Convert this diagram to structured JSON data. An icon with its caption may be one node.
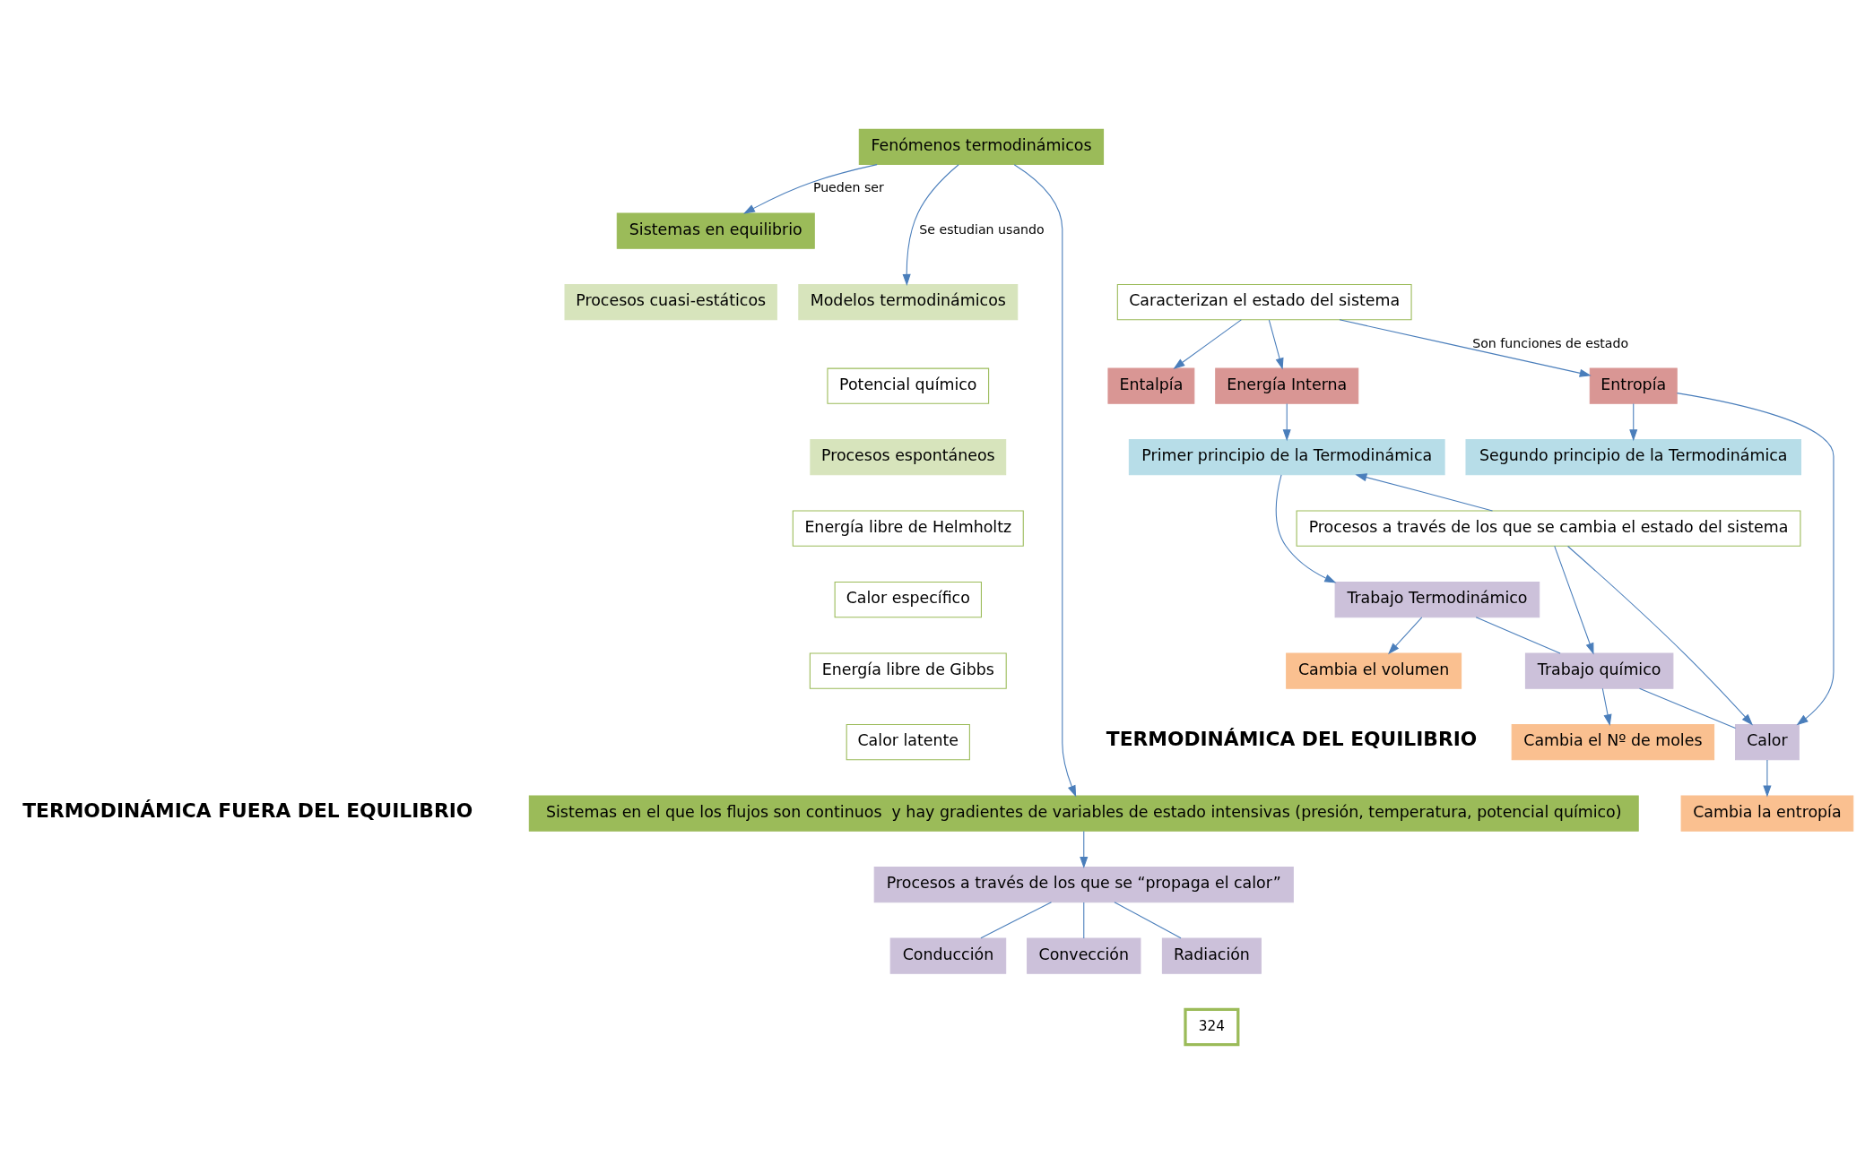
{
  "diagram": {
    "nodes": [
      {
        "text": [
          "Fenómenos termodinámicos"
        ]
      },
      {
        "text": [
          "Sistemas en equilibrio"
        ]
      },
      {
        "text": [
          "Procesos cuasi-estáticos"
        ]
      },
      {
        "text": [
          "Modelos termodinámicos"
        ]
      },
      {
        "text": [
          "Caracterizan el estado del sistema"
        ]
      },
      {
        "text": [
          "Energía Interna"
        ]
      },
      {
        "text": [
          "Entropía"
        ]
      },
      {
        "text": [
          "Entalpía"
        ]
      },
      {
        "text": [
          "Potencial químico"
        ]
      },
      {
        "text": [
          "Primer principio de la Termodinámica"
        ]
      },
      {
        "text": [
          "Procesos a través de los que se cambia el estado del sistema"
        ]
      },
      {
        "text": [
          "Segundo principio de la Termodinámica"
        ]
      },
      {
        "text": [
          "Procesos espontáneos"
        ]
      },
      {
        "text": [
          "Energía libre de Helmholtz"
        ]
      },
      {
        "text": [
          "Trabajo Termodinámico"
        ]
      },
      {
        "text": [
          "Trabajo químico"
        ]
      },
      {
        "text": [
          "Calor"
        ]
      },
      {
        "text": [
          "Calor específico"
        ]
      },
      {
        "text": [
          "Energía libre de Gibbs"
        ]
      },
      {
        "text": [
          "Calor latente"
        ]
      },
      {
        "text": [
          "Cambia el volumen"
        ]
      },
      {
        "text": [
          "Cambia el Nº de moles"
        ]
      },
      {
        "text": [
          "Cambia la entropía"
        ]
      },
      {
        "text": [
          "Sistemas en el que los flujos son continuos  y hay gradientes de variables de estado intensivas (presión, temperatura, potencial químico)"
        ]
      },
      {
        "text": [
          "Procesos a través de los que se “propaga el calor”"
        ]
      },
      {
        "text": [
          "Conducción"
        ]
      },
      {
        "text": [
          "Convección"
        ]
      },
      {
        "text": [
          "Radiación"
        ]
      }
    ],
    "edges": [
      {
        "from": 0,
        "to": 1,
        "arrow": "to",
        "label": "Pueden ser"
      },
      {
        "from": 0,
        "to": 3,
        "arrow": "to",
        "label": "Se estudian usando"
      },
      {
        "from": 4,
        "to": 5,
        "arrow": "to"
      },
      {
        "from": 4,
        "to": 6,
        "arrow": "to",
        "label": "Son funciones de estado"
      },
      {
        "from": 4,
        "to": 7,
        "arrow": "to"
      },
      {
        "from": 0,
        "to": 23,
        "arrow": "to"
      },
      {
        "from": 5,
        "to": 9,
        "arrow": "to"
      },
      {
        "from": 9,
        "to": 14,
        "arrow": "to"
      },
      {
        "from": 10,
        "to": 9,
        "arrow": "to"
      },
      {
        "from": 10,
        "to": 15,
        "arrow": "to"
      },
      {
        "from": 10,
        "to": 16,
        "arrow": "to"
      },
      {
        "from": 6,
        "to": 11,
        "arrow": "to"
      },
      {
        "from": 6,
        "to": 16,
        "arrow": "to"
      },
      {
        "from": 14,
        "to": 15,
        "arrow": "none"
      },
      {
        "from": 15,
        "to": 16,
        "arrow": "none"
      },
      {
        "from": 14,
        "to": 20,
        "arrow": "to"
      },
      {
        "from": 15,
        "to": 21,
        "arrow": "to"
      },
      {
        "from": 16,
        "to": 22,
        "arrow": "to"
      },
      {
        "from": 23,
        "to": 24,
        "arrow": "to"
      },
      {
        "from": 24,
        "to": 25,
        "arrow": "none"
      },
      {
        "from": 24,
        "to": 26,
        "arrow": "none"
      },
      {
        "from": 24,
        "to": 27,
        "arrow": "none"
      }
    ],
    "labels": [
      "TERMODINÁMICA DEL EQUILIBRIO",
      "TERMODINÁMICA FUERA DEL EQUILIBRIO",
      "324"
    ]
  }
}
